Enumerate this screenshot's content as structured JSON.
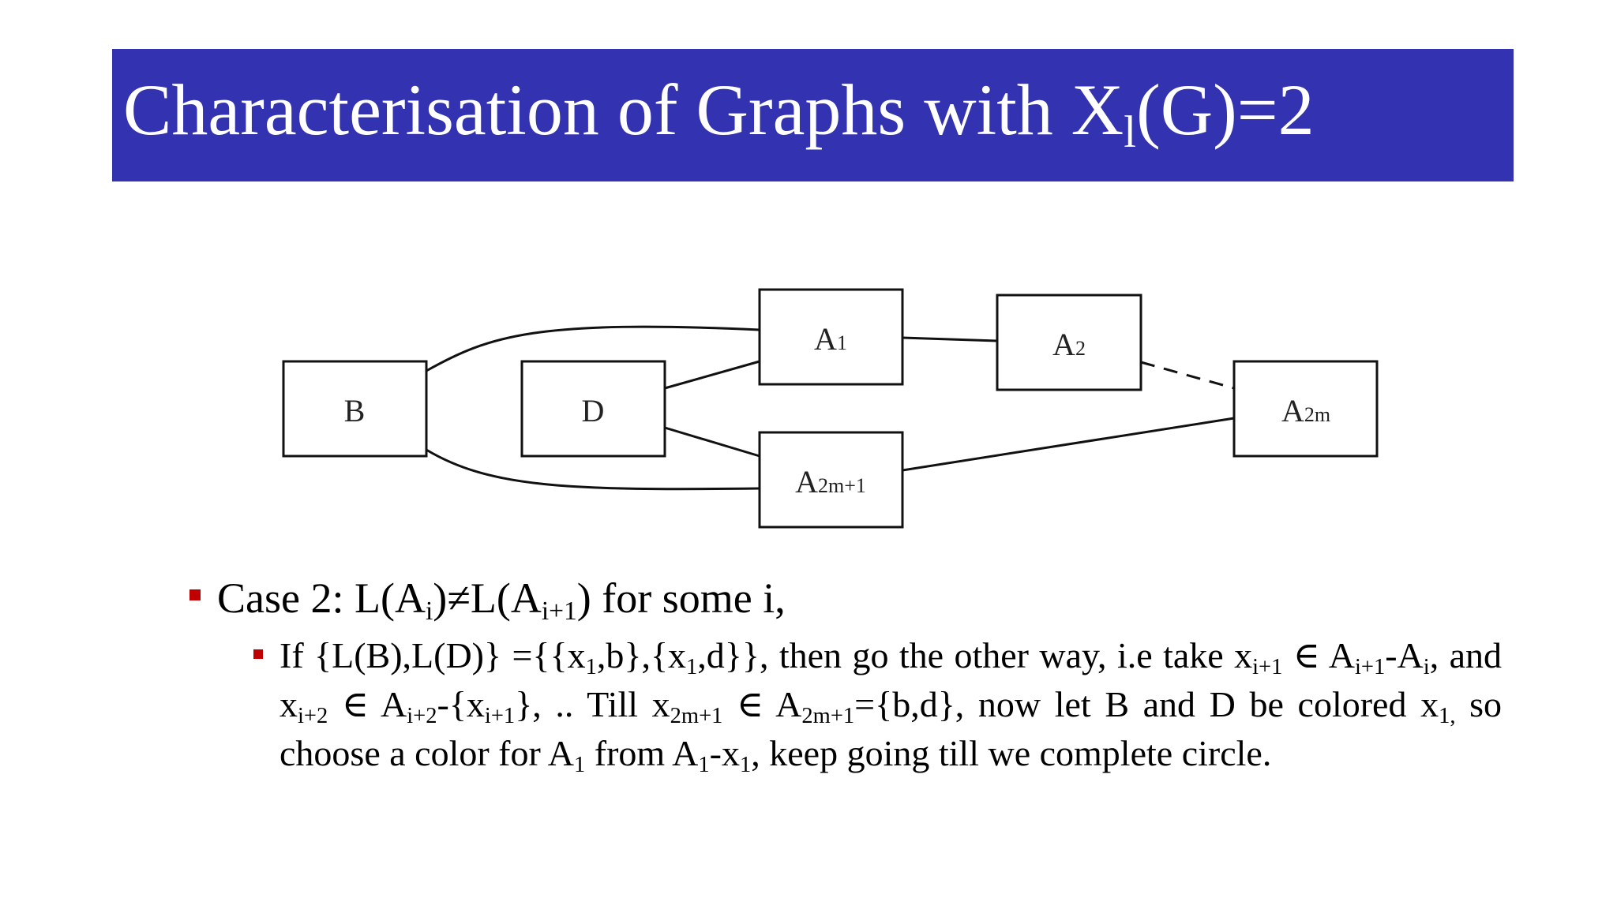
{
  "slide": {
    "title": {
      "main": "Characterisation of Graphs with X",
      "sub": "l",
      "tail": "(G)=2"
    },
    "colors": {
      "title_bar": "#3333b2",
      "title_text": "#ffffff",
      "bullet": "#c00000"
    },
    "diagram": {
      "nodes": {
        "B": {
          "label": "B",
          "sub": ""
        },
        "D": {
          "label": "D",
          "sub": ""
        },
        "A1": {
          "label": "A",
          "sub": "1"
        },
        "A2": {
          "label": "A",
          "sub": "2"
        },
        "A2m": {
          "label": "A",
          "sub": "2m"
        },
        "A2m1": {
          "label": "A",
          "sub": "2m+1"
        }
      },
      "edges": [
        {
          "from": "B",
          "to": "A1",
          "style": "solid"
        },
        {
          "from": "B",
          "to": "A2m+1",
          "style": "solid"
        },
        {
          "from": "D",
          "to": "A1",
          "style": "solid"
        },
        {
          "from": "D",
          "to": "A2m+1",
          "style": "solid"
        },
        {
          "from": "A1",
          "to": "A2",
          "style": "solid"
        },
        {
          "from": "A2",
          "to": "A2m",
          "style": "dashed"
        },
        {
          "from": "A2m+1",
          "to": "A2m",
          "style": "solid"
        }
      ]
    },
    "bullets": {
      "case": {
        "t1": "Case 2: L(A",
        "s1": "i",
        "t2": ")≠L(A",
        "s2": "i+1",
        "t3": ") for some i,"
      },
      "detail": {
        "t1": "If {L(B),L(D)} ={{x",
        "s1": "1",
        "t2": ",b},{x",
        "s2": "1",
        "t3": ",d}}, then go the other way, i.e take x",
        "s3": "i+1",
        "t4": " ∈ A",
        "s4": "i+1",
        "t5": "-A",
        "s5": "i",
        "t6": ", and x",
        "s6": "i+2",
        "t7": " ∈ A",
        "s7": "i+2",
        "t8": "-{x",
        "s8": "i+1",
        "t9": "}, .. Till x",
        "s9": "2m+1",
        "t10": " ∈ A",
        "s10": "2m+1",
        "t11": "={b,d}, now let B and D be colored x",
        "s11": "1,",
        "t12": " so choose a color for A",
        "s12": "1",
        "t13": " from A",
        "s13": "1",
        "t14": "-x",
        "s14": "1",
        "t15": ", keep going till we complete circle."
      }
    }
  }
}
